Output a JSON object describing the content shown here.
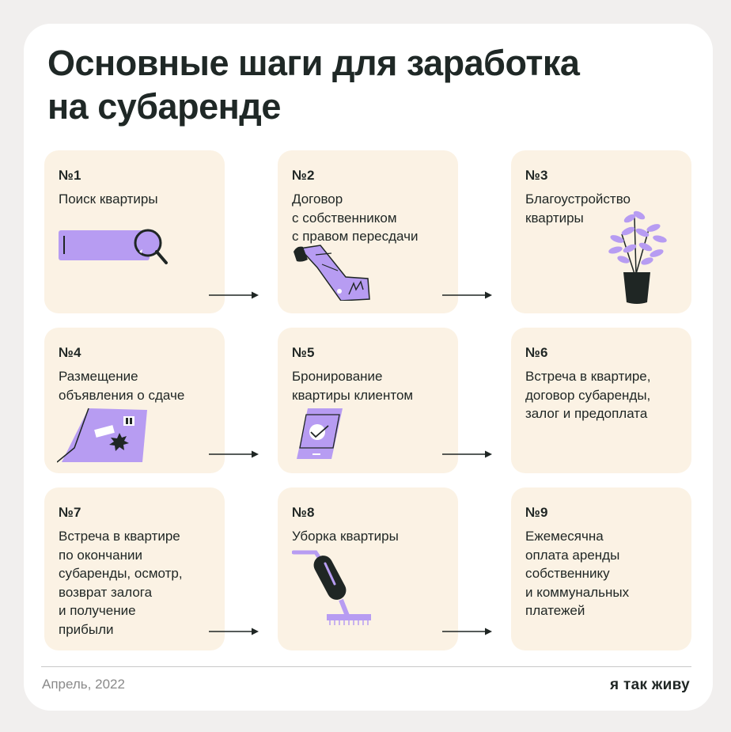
{
  "title_line1": "Основные шаги для заработка",
  "title_line2": "на субаренде",
  "steps": [
    {
      "num": "№1",
      "lines": [
        "Поиск квартиры"
      ]
    },
    {
      "num": "№2",
      "lines": [
        "Договор",
        "с собственником",
        "с правом пересдачи"
      ]
    },
    {
      "num": "№3",
      "lines": [
        "Благоустройство",
        "квартиры"
      ]
    },
    {
      "num": "№4",
      "lines": [
        "Размещение",
        "объявления о сдаче"
      ]
    },
    {
      "num": "№5",
      "lines": [
        "Бронирование",
        "квартиры клиентом"
      ]
    },
    {
      "num": "№6",
      "lines": [
        "Встреча в квартире,",
        "договор субаренды,",
        "залог и предоплата"
      ]
    },
    {
      "num": "№7",
      "lines": [
        "Встреча в квартире",
        "по окончании",
        "субаренды, осмотр,",
        "возврат залога",
        "и получение",
        "прибыли"
      ]
    },
    {
      "num": "№8",
      "lines": [
        "Уборка квартиры"
      ]
    },
    {
      "num": "№9",
      "lines": [
        "Ежемесячна",
        "оплата аренды",
        "собственнику",
        "и коммунальных",
        "платежей"
      ]
    }
  ],
  "footer": {
    "date": "Апрель, 2022",
    "brand": "я так живу"
  },
  "colors": {
    "accent": "#b79cf2",
    "card_bg": "#fbf2e4",
    "dark": "#1f2624"
  }
}
